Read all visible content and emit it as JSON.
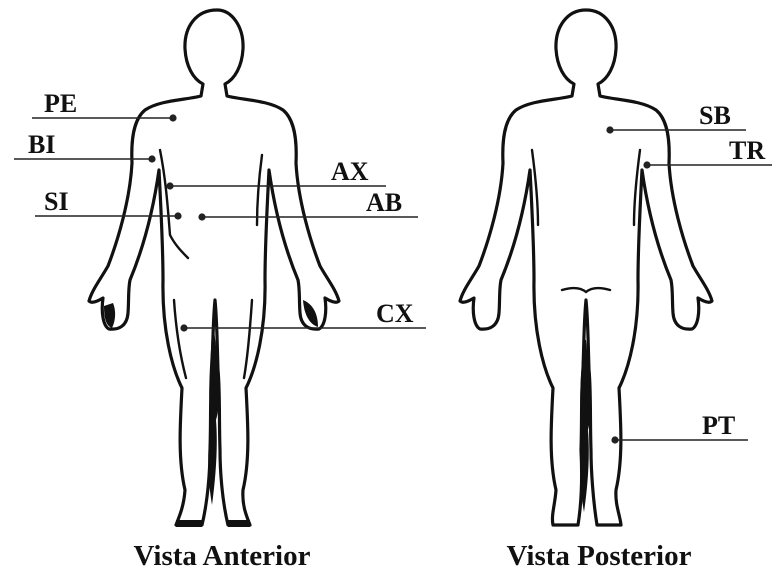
{
  "views": {
    "anterior": {
      "caption": "Vista Anterior"
    },
    "posterior": {
      "caption": "Vista Posterior"
    }
  },
  "labels": {
    "PE": "PE",
    "BI": "BI",
    "AX": "AX",
    "SI": "SI",
    "AB": "AB",
    "CX": "CX",
    "SB": "SB",
    "TR": "TR",
    "PT": "PT"
  }
}
